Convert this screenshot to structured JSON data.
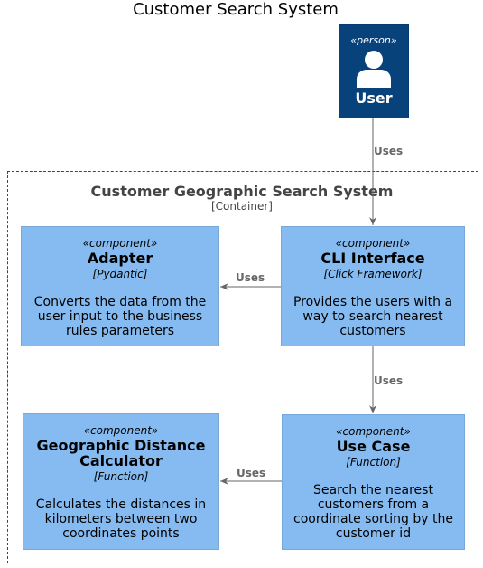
{
  "title": "Customer Search System",
  "person": {
    "stereotype": "«person»",
    "name": "User"
  },
  "boundary": {
    "name": "Customer Geographic Search System",
    "type": "[Container]"
  },
  "components": {
    "adapter": {
      "stereotype": "«component»",
      "name": "Adapter",
      "technology": "[Pydantic]",
      "description": "Converts the data from the user input to the business rules parameters"
    },
    "cli": {
      "stereotype": "«component»",
      "name": "CLI Interface",
      "technology": "[Click Framework]",
      "description": "Provides the users with a way to search nearest customers"
    },
    "geo": {
      "stereotype": "«component»",
      "name": "Geographic Distance Calculator",
      "technology": "[Function]",
      "description": "Calculates the distances in kilometers between two coordinates points"
    },
    "usecase": {
      "stereotype": "«component»",
      "name": "Use Case",
      "technology": "[Function]",
      "description": "Search the nearest customers from a coordinate sorting by the customer id"
    }
  },
  "relations": {
    "user_to_cli": "Uses",
    "cli_to_adapter": "Uses",
    "cli_to_usecase": "Uses",
    "usecase_to_geo": "Uses"
  },
  "colors": {
    "person": "#08427b",
    "component": "#85bbf0",
    "boundary_text": "#444444",
    "relation": "#666666"
  }
}
